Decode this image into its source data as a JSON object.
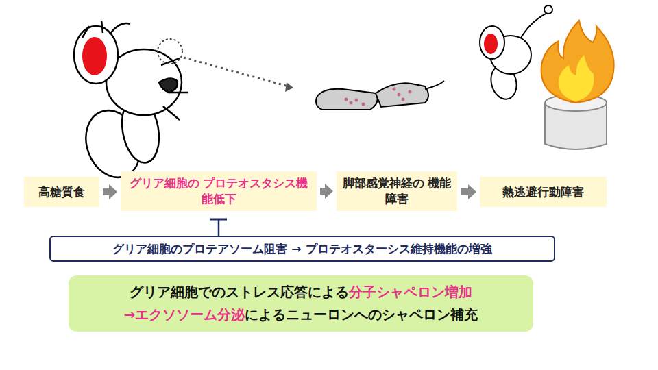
{
  "diagram": {
    "nodes": [
      {
        "text": [
          "高糖質食"
        ]
      },
      {
        "text": [
          "グリア細胞の プロテオスタシス機能低下"
        ]
      },
      {
        "text": [
          "脚部感覚神経の 機能障害"
        ]
      },
      {
        "text": [
          "熱逃避行動障害"
        ]
      },
      {
        "text": [
          "グリア細胞のプロテアソーム阻害 → プロテオスターシス維持機能の増強"
        ]
      },
      {
        "text": [
          "グリア細胞でのストレス応答による",
          "分子シャペロン増加",
          "→エクソソーム分泌",
          "によるニューロンへのシャペロン補充"
        ]
      }
    ],
    "edges": [
      {
        "from": 0,
        "to": 1,
        "arrow": "to"
      },
      {
        "from": 1,
        "to": 2,
        "arrow": "to"
      },
      {
        "from": 2,
        "to": 3,
        "arrow": "to"
      },
      {
        "from": 4,
        "to": 1,
        "arrow": "to"
      }
    ]
  }
}
